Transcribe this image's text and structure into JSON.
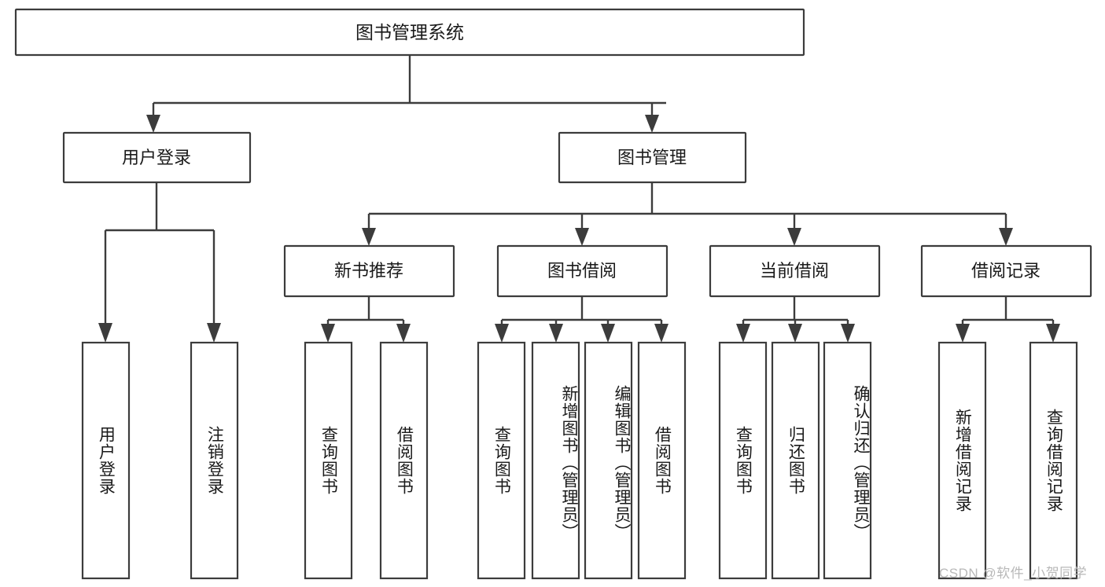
{
  "diagram": {
    "kind": "functional-decomposition-tree",
    "title_node": {
      "id": "root",
      "label": "图书管理系统"
    },
    "level1": [
      {
        "id": "login",
        "label": "用户登录"
      },
      {
        "id": "bookmgmt",
        "label": "图书管理"
      }
    ],
    "level2": [
      {
        "id": "newbook",
        "label": "新书推荐",
        "parent": "bookmgmt"
      },
      {
        "id": "borrow",
        "label": "图书借阅",
        "parent": "bookmgmt"
      },
      {
        "id": "current",
        "label": "当前借阅",
        "parent": "bookmgmt"
      },
      {
        "id": "record",
        "label": "借阅记录",
        "parent": "bookmgmt"
      }
    ],
    "leaves": [
      {
        "id": "leaf-user-login",
        "label": "用户登录",
        "parent": "login"
      },
      {
        "id": "leaf-user-logout",
        "label": "注销登录",
        "parent": "login"
      },
      {
        "id": "leaf-newbook-query",
        "label": "查询图书",
        "parent": "newbook"
      },
      {
        "id": "leaf-newbook-borrow",
        "label": "借阅图书",
        "parent": "newbook"
      },
      {
        "id": "leaf-borrow-query",
        "label": "查询图书",
        "parent": "borrow"
      },
      {
        "id": "leaf-borrow-add",
        "label": "新增图书（管理员）",
        "parent": "borrow"
      },
      {
        "id": "leaf-borrow-edit",
        "label": "编辑图书（管理员）",
        "parent": "borrow"
      },
      {
        "id": "leaf-borrow-do",
        "label": "借阅图书",
        "parent": "borrow"
      },
      {
        "id": "leaf-current-query",
        "label": "查询图书",
        "parent": "current"
      },
      {
        "id": "leaf-current-return",
        "label": "归还图书",
        "parent": "current"
      },
      {
        "id": "leaf-current-confirm",
        "label": "确认归还（管理员）",
        "parent": "current"
      },
      {
        "id": "leaf-record-add",
        "label": "新增借阅记录",
        "parent": "record"
      },
      {
        "id": "leaf-record-query",
        "label": "查询借阅记录",
        "parent": "record"
      }
    ],
    "colors": {
      "stroke": "#3c3c3c",
      "fill": "#ffffff",
      "text": "#1a1a1a",
      "watermark": "#b8b8b8"
    }
  },
  "watermark": {
    "text": "CSDN @软件_小贺同学"
  }
}
